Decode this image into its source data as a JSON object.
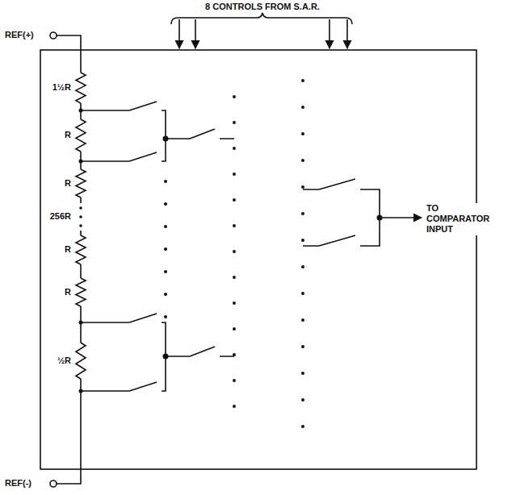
{
  "diagram": {
    "labels": [
      "8 CONTROLS FROM S.A.R.",
      "REF(+)",
      "1½R",
      "R",
      "R",
      "256R",
      "R",
      "R",
      "½R",
      "TO COMPARATOR INPUT",
      "REF(-)"
    ]
  }
}
